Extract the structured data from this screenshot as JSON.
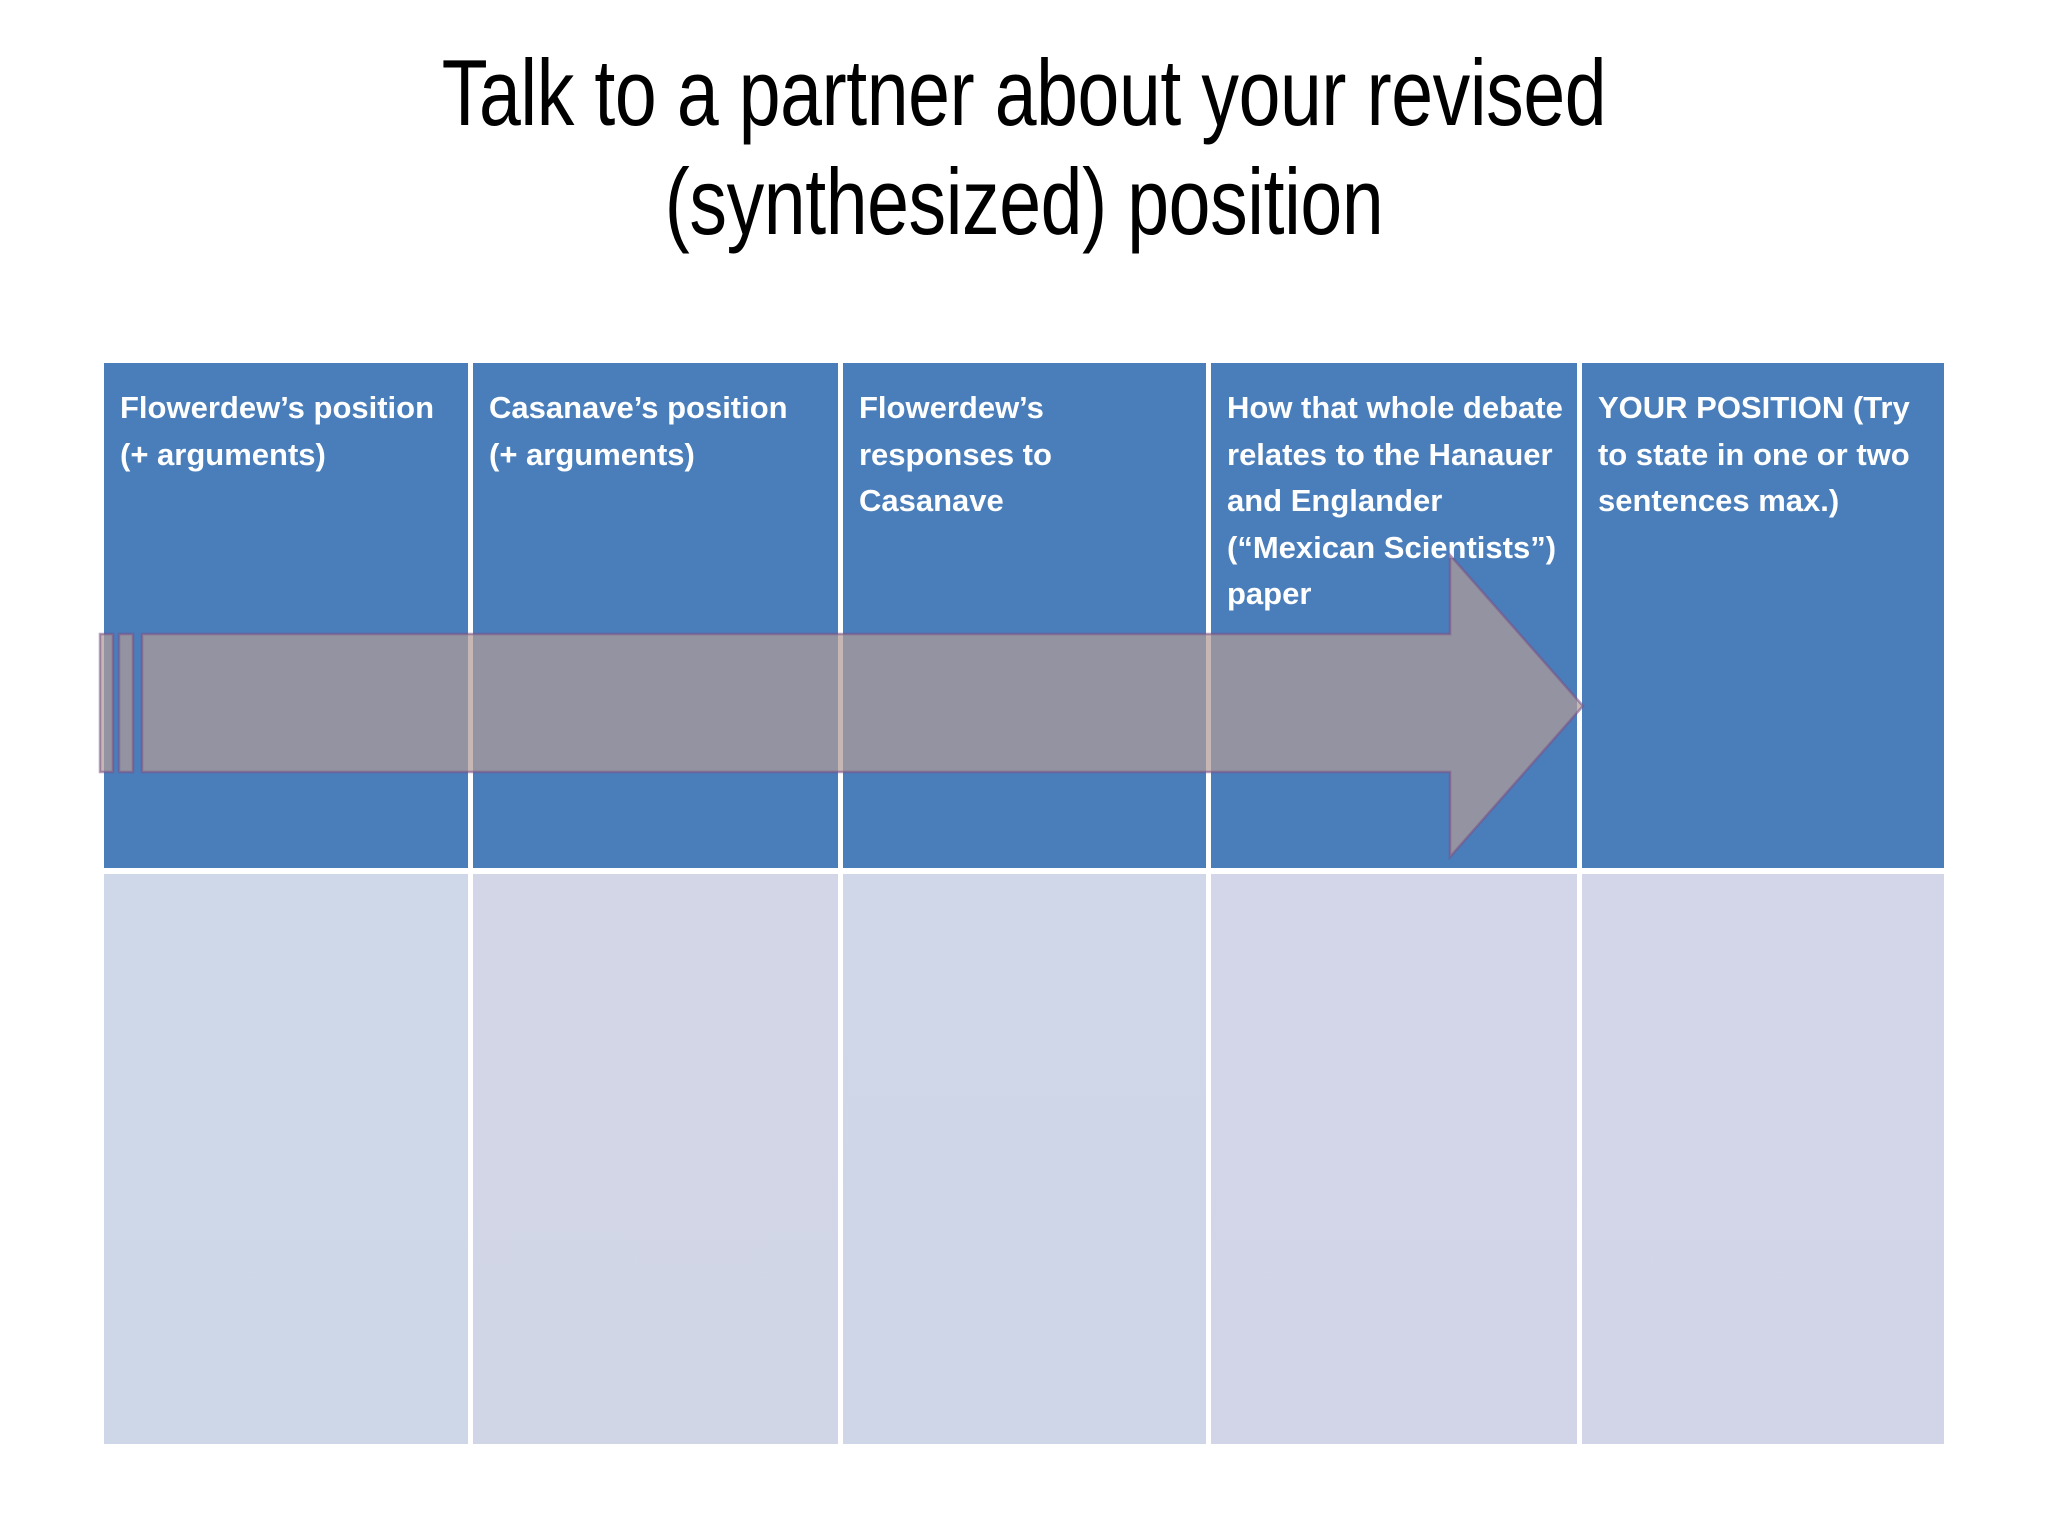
{
  "slide": {
    "title": "Talk to a partner about your revised\n(synthesized) position",
    "background_color": "#ffffff"
  },
  "colors": {
    "header_blue": "#4a7ebb",
    "body_cell_blue_gray": "#cfd7e8",
    "header_text": "#ffffff",
    "title_text": "#000000",
    "arrow_fill": "#b09b97",
    "arrow_outline": "#7a4f86"
  },
  "table": {
    "columns": [
      {
        "header": "Flowerdew’s position (+ arguments)",
        "body": ""
      },
      {
        "header": "Casanave’s position (+ arguments)",
        "body": ""
      },
      {
        "header": "Flowerdew’s responses to Casanave",
        "body": ""
      },
      {
        "header": "How that whole debate relates to the Hanauer and Englander (“Mexican Scientists”) paper",
        "body": ""
      },
      {
        "header": "YOUR POSITION (Try to state in one or two sentences max.)",
        "body": ""
      }
    ]
  },
  "arrow": {
    "name": "striped-right-arrow",
    "direction": "right",
    "spans_columns": "1 through 5"
  }
}
